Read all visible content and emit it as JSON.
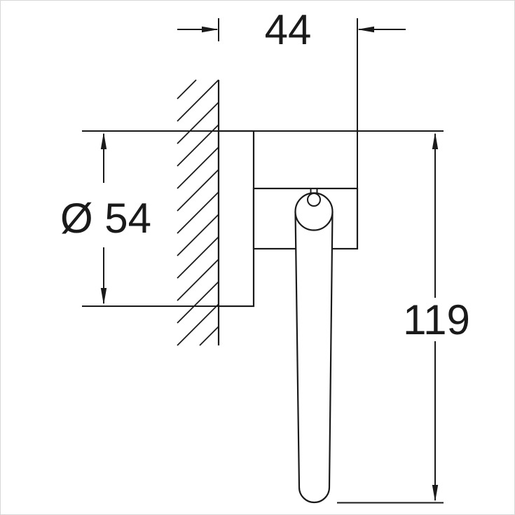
{
  "drawing": {
    "background_color": "#ffffff",
    "line_color": "#1a1a1a",
    "frame_color": "#d7d7d7",
    "dimensions": {
      "depth": {
        "label": "44",
        "orientation": "horizontal",
        "position": "top"
      },
      "diameter": {
        "label": "Ø 54",
        "orientation": "vertical",
        "position": "left"
      },
      "height": {
        "label": "119",
        "orientation": "vertical",
        "position": "right"
      }
    }
  }
}
